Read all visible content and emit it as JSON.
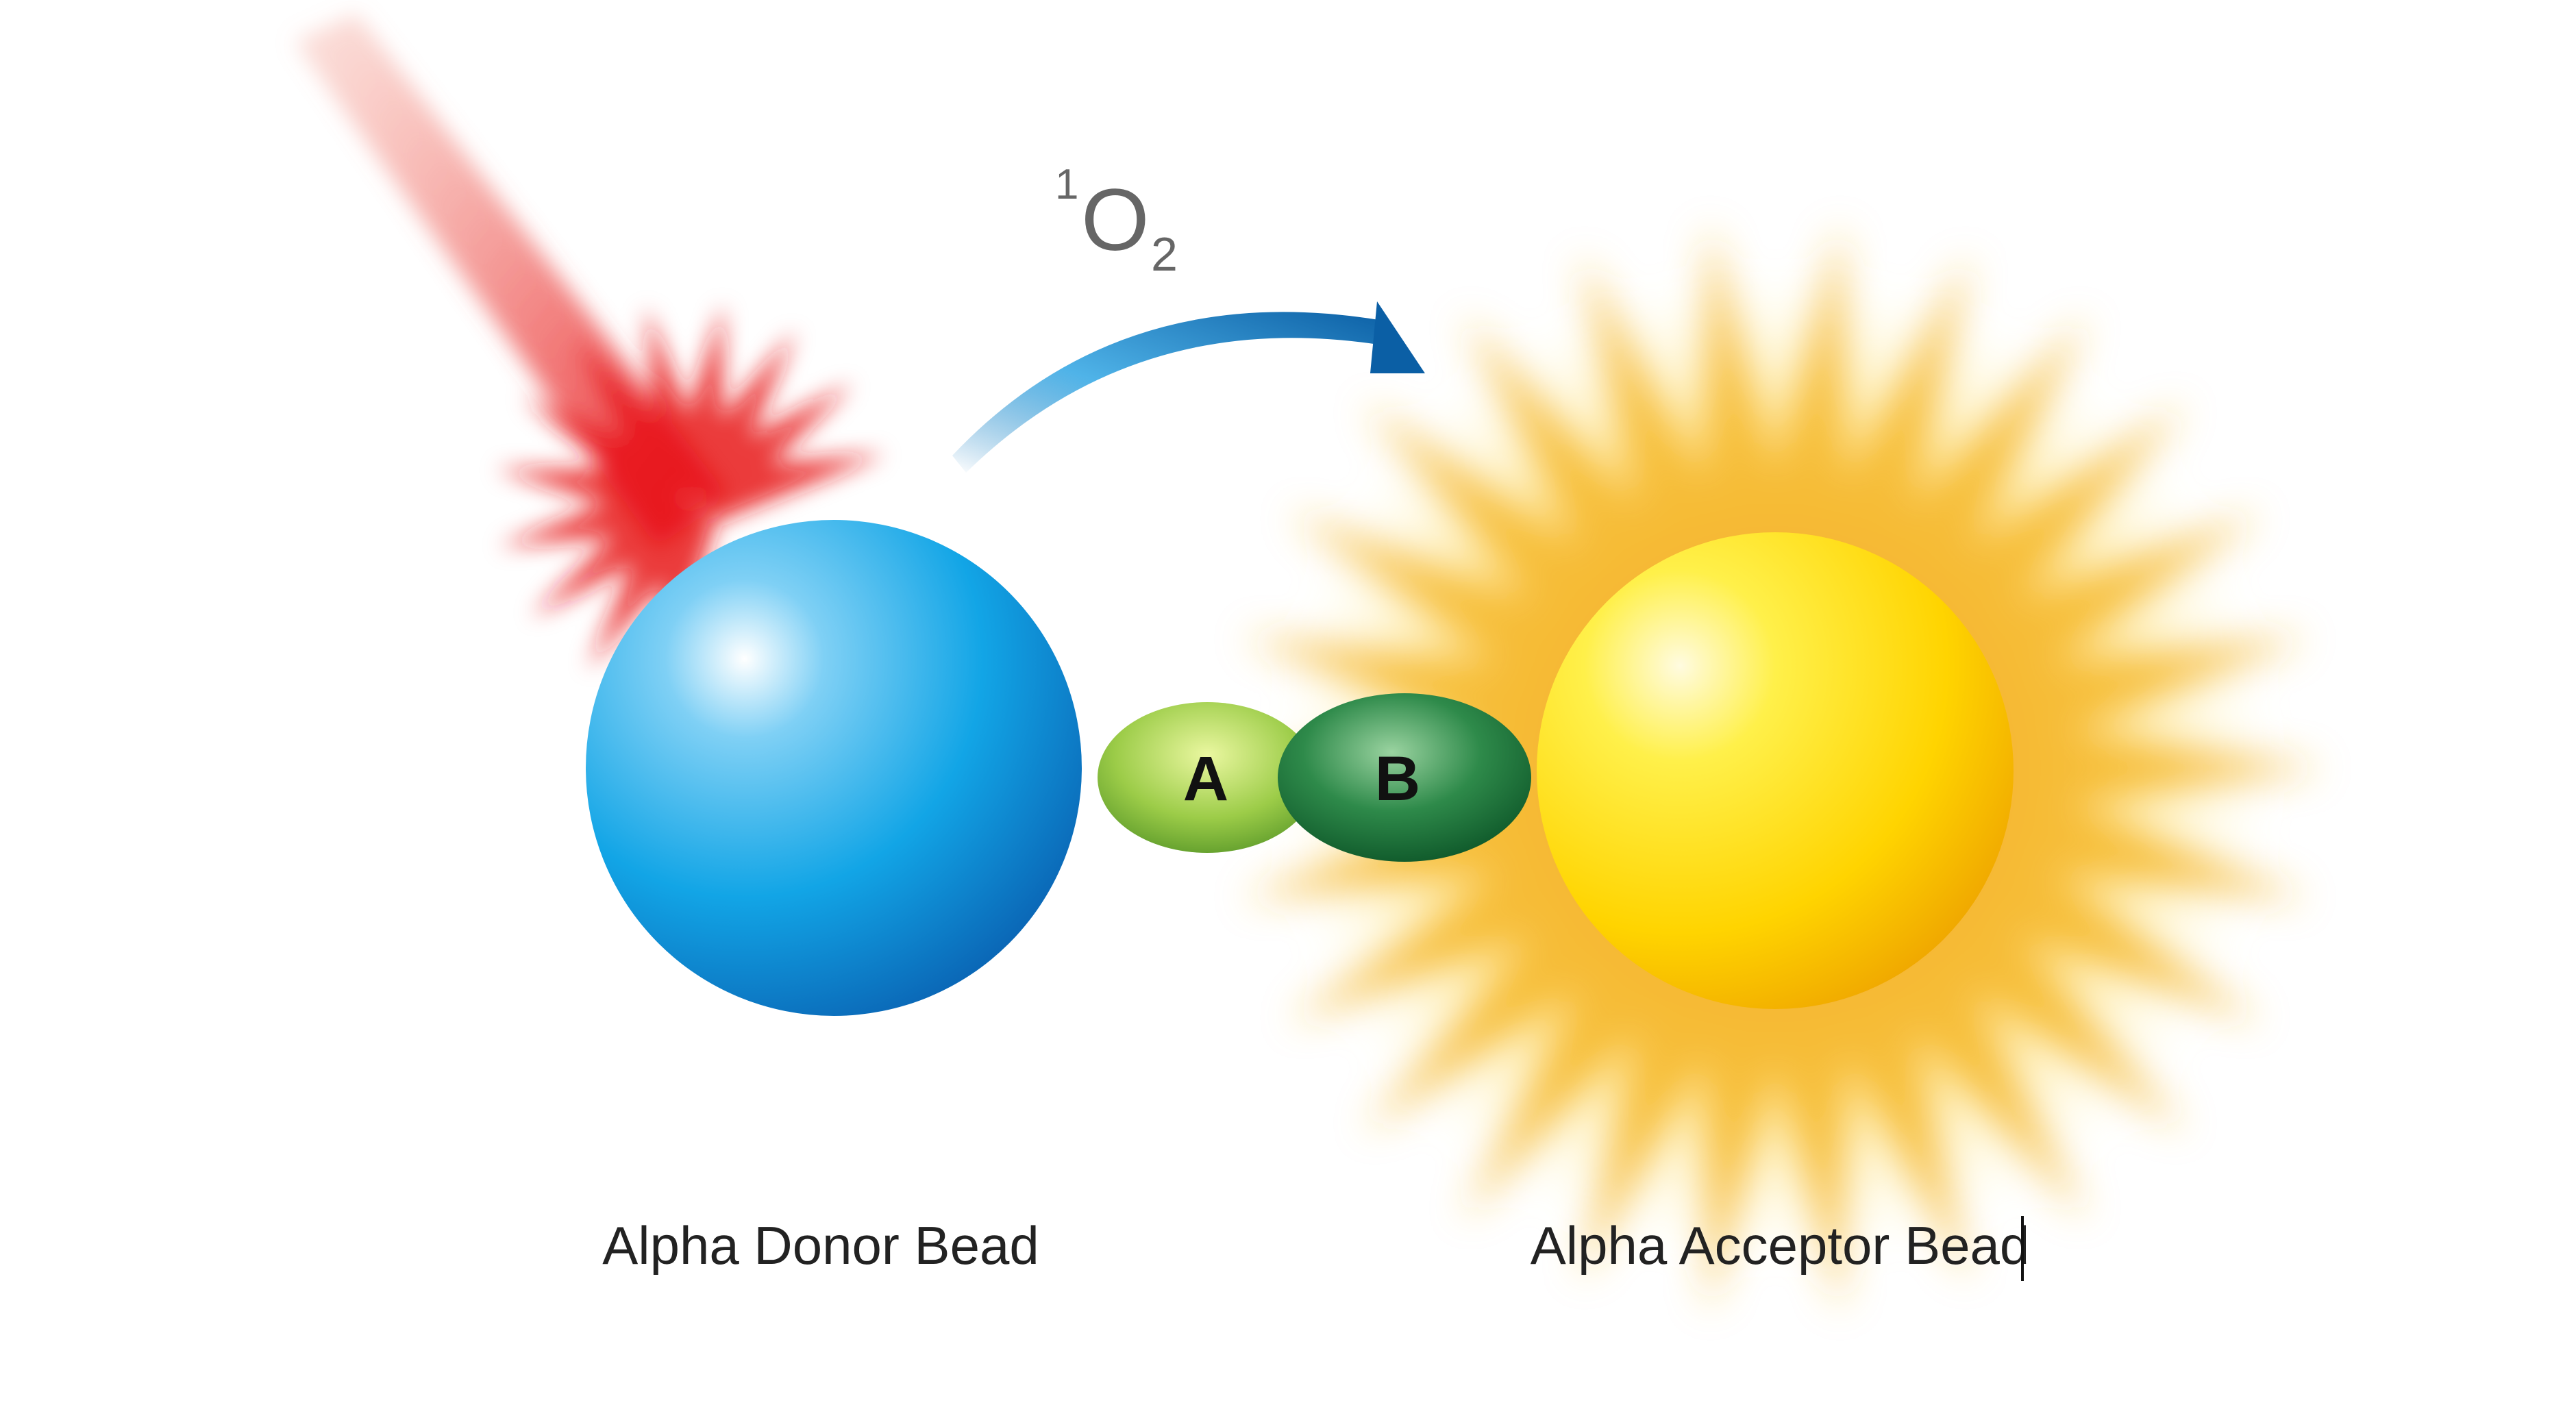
{
  "diagram": {
    "singlet_oxygen": {
      "superscript": "1",
      "symbol": "O",
      "subscript": "2"
    },
    "analyte_a": "A",
    "analyte_b": "B",
    "donor_label": "Alpha Donor Bead",
    "acceptor_label": "Alpha Acceptor Bead"
  },
  "colors": {
    "donor": "#1a9ee0",
    "acceptor": "#ffd400",
    "laser": "#e8141c",
    "arrow": "#1479bd",
    "a_bead": "#8cc63f",
    "b_bead": "#1e7a3c"
  }
}
